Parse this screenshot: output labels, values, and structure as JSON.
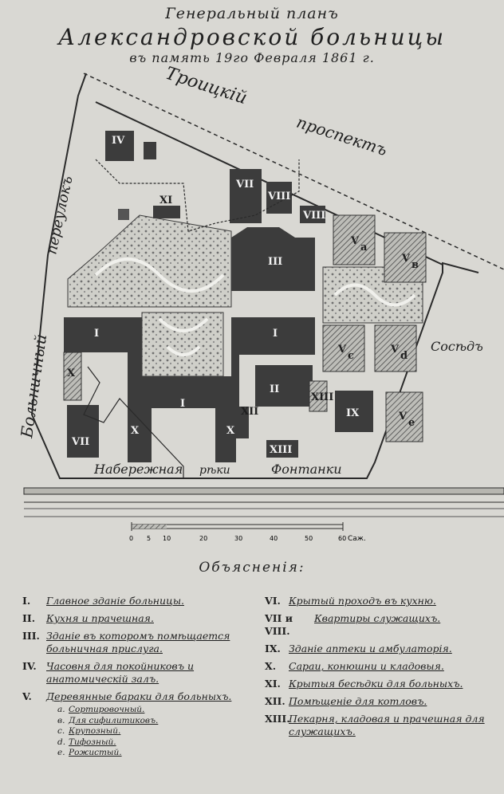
{
  "title": {
    "line1": "Генеральный планъ",
    "line2": "Александровской больницы",
    "line3": "въ память 19го Февраля 1861 г."
  },
  "map_labels": {
    "north_street": "Троицкій",
    "north_street2": "проспектъ",
    "west_street": "Больничный",
    "west_street2": "переулокъ",
    "south_street": "Набережная",
    "south_street2": "рѣки",
    "south_street3": "Фонтанки",
    "east": "Сосѣдъ"
  },
  "buildings": {
    "b1": "I",
    "b2": "II",
    "b3": "III",
    "b4": "IV",
    "b7": "VII",
    "b8": "VIII",
    "b9": "IX",
    "b10": "X",
    "b11": "XI",
    "b12": "XII",
    "b13": "XIII",
    "va": "V",
    "vb": "V",
    "vc": "V",
    "vd": "V",
    "ve": "V",
    "sa": "a",
    "sb": "в",
    "sc": "c",
    "sd": "d",
    "se": "e"
  },
  "scale": {
    "ticks": [
      "0",
      "5",
      "10",
      "20",
      "30",
      "40",
      "50",
      "60"
    ],
    "unit": "Саж."
  },
  "legend": {
    "heading": "Объясненія:",
    "left": [
      {
        "num": "I.",
        "text": "Главное зданіе больницы."
      },
      {
        "num": "II.",
        "text": "Кухня и прачешная."
      },
      {
        "num": "III.",
        "text": "Зданіе въ которомъ помѣщается больничная прислуга."
      },
      {
        "num": "IV.",
        "text": "Часовня для покойниковъ и анатомическій залъ."
      },
      {
        "num": "V.",
        "text": "Деревянные бараки для больныхъ."
      }
    ],
    "sub": [
      {
        "letter": "a.",
        "text": "Сортировочный."
      },
      {
        "letter": "в.",
        "text": "Для сифилитиковъ."
      },
      {
        "letter": "c.",
        "text": "Крупозный."
      },
      {
        "letter": "d.",
        "text": "Тифозный."
      },
      {
        "letter": "e.",
        "text": "Рожистый."
      }
    ],
    "right": [
      {
        "num": "VI.",
        "text": "Крытый проходъ въ кухню."
      },
      {
        "num": "VII и VIII.",
        "text": "Квартиры служащихъ."
      },
      {
        "num": "IX.",
        "text": "Зданіе аптеки и амбулаторія."
      },
      {
        "num": "X.",
        "text": "Сараи, конюшни и кладовыя."
      },
      {
        "num": "XI.",
        "text": "Крытыя бесѣдки для больныхъ."
      },
      {
        "num": "XII.",
        "text": "Помѣщеніе для котловъ."
      },
      {
        "num": "XIII.",
        "text": "Пекарня, кладовая и прачешная для служащихъ."
      }
    ]
  },
  "colors": {
    "building": "#3c3c3c",
    "hatch": "#555555",
    "paper": "#d9d8d3",
    "garden": "#c8c8c2"
  }
}
